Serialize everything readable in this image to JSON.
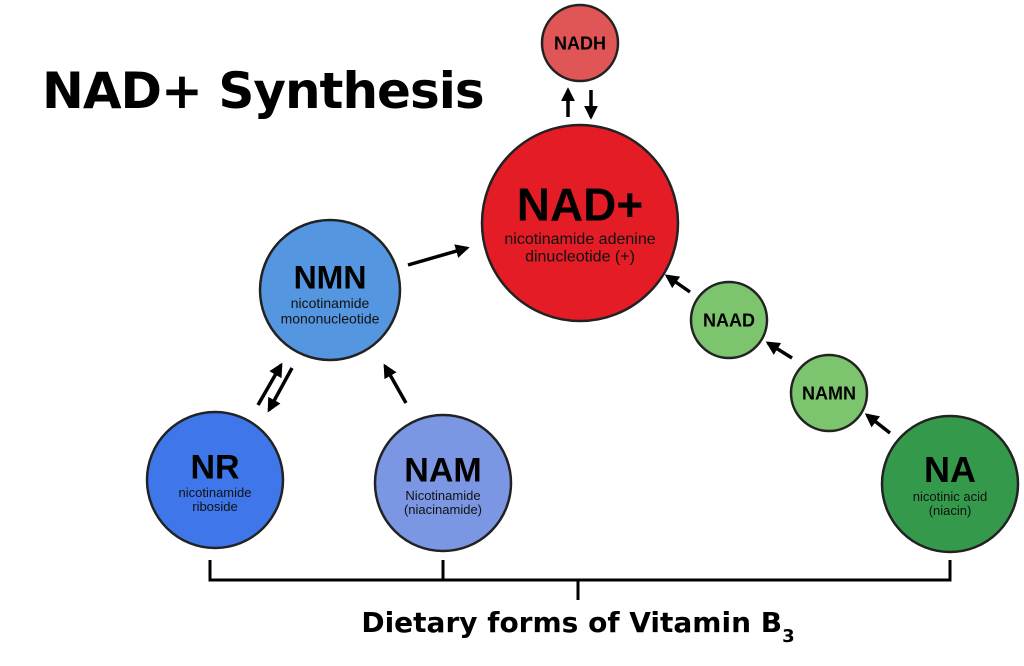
{
  "title": "NAD+ Synthesis",
  "nodes": [
    {
      "id": "NADH",
      "abbr": "NADH",
      "full": [],
      "color": "#e05555"
    },
    {
      "id": "NADP",
      "abbr": "NAD+",
      "full": [
        "nicotinamide adenine",
        "dinucleotide (+)"
      ],
      "color": "#e31c25"
    },
    {
      "id": "NMN",
      "abbr": "NMN",
      "full": [
        "nicotinamide",
        "mononucleotide"
      ],
      "color": "#5596e0"
    },
    {
      "id": "NR",
      "abbr": "NR",
      "full": [
        "nicotinamide",
        "riboside"
      ],
      "color": "#3f77ea"
    },
    {
      "id": "NAM",
      "abbr": "NAM",
      "full": [
        "Nicotinamide",
        "(niacinamide)"
      ],
      "color": "#7b97e3"
    },
    {
      "id": "NAAD",
      "abbr": "NAAD",
      "full": [],
      "color": "#7cc56e"
    },
    {
      "id": "NAMN",
      "abbr": "NAMN",
      "full": [],
      "color": "#7cc56e"
    },
    {
      "id": "NA",
      "abbr": "NA",
      "full": [
        "nicotinic acid",
        "(niacin)"
      ],
      "color": "#34994a"
    }
  ],
  "edges": [
    {
      "from": "NADP",
      "to": "NADH"
    },
    {
      "from": "NADH",
      "to": "NADP"
    },
    {
      "from": "NMN",
      "to": "NADP"
    },
    {
      "from": "NR",
      "to": "NMN"
    },
    {
      "from": "NMN",
      "to": "NR"
    },
    {
      "from": "NAM",
      "to": "NMN"
    },
    {
      "from": "NAAD",
      "to": "NADP"
    },
    {
      "from": "NAMN",
      "to": "NAAD"
    },
    {
      "from": "NA",
      "to": "NAMN"
    }
  ],
  "footer": {
    "label": "Dietary forms of Vitamin B",
    "subscript": "3",
    "groups": [
      "NR",
      "NAM",
      "NA"
    ]
  }
}
